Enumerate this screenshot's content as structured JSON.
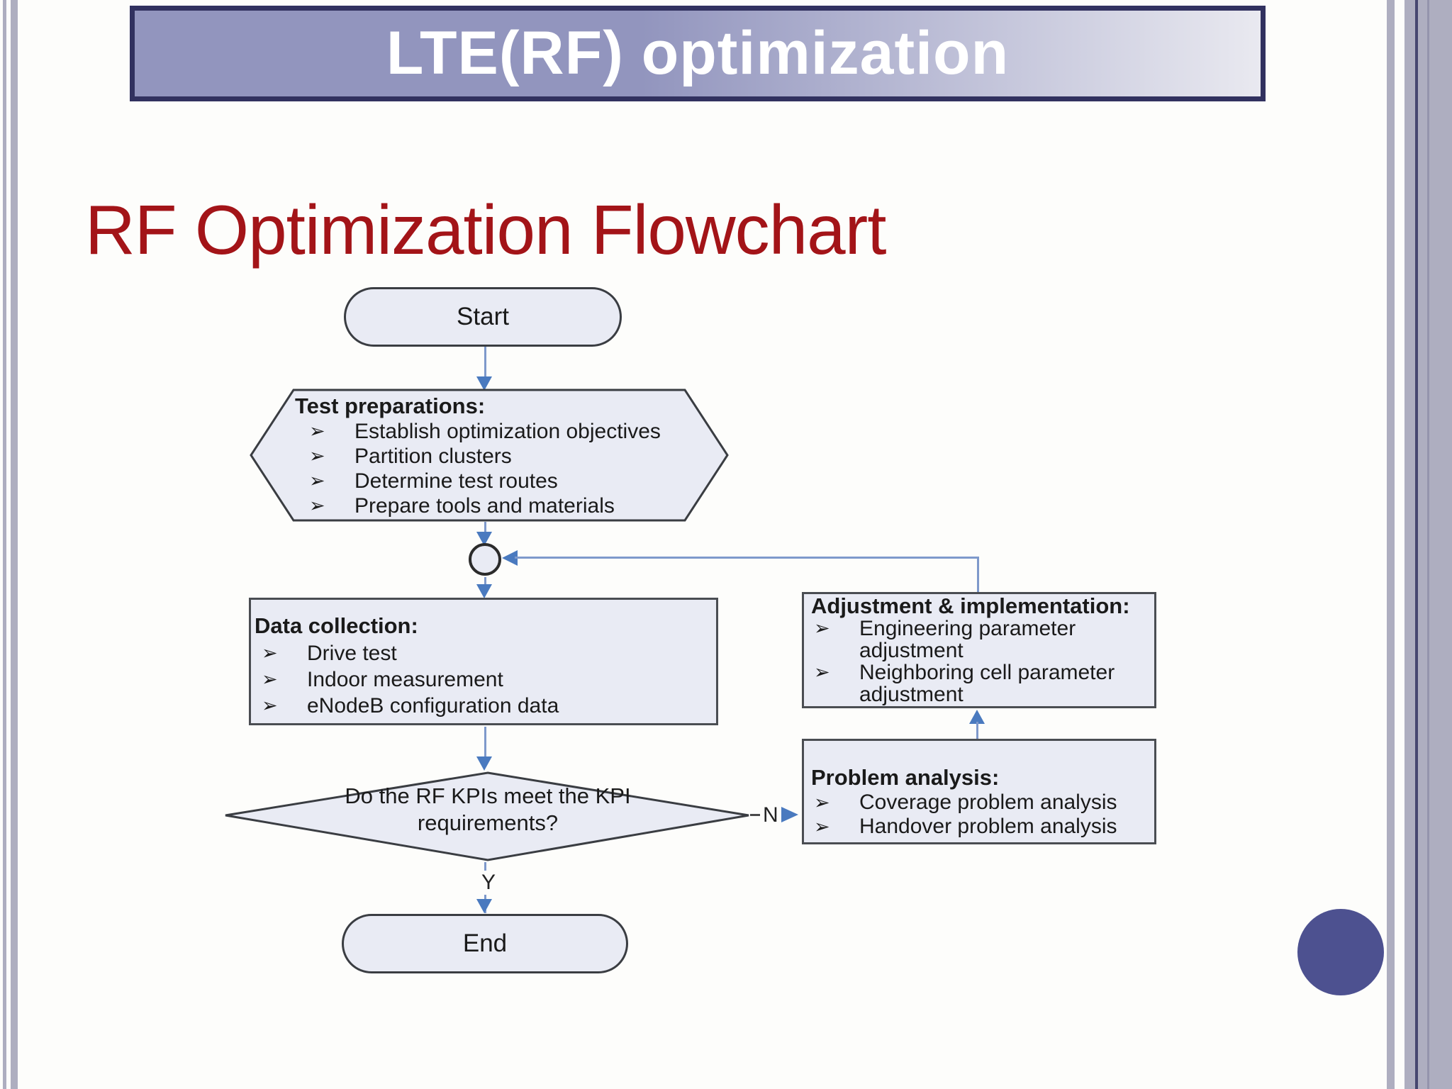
{
  "banner": {
    "title": "LTE(RF) optimization"
  },
  "heading": "RF Optimization Flowchart",
  "flowchart": {
    "bullet_char": "➢",
    "start_label": "Start",
    "end_label": "End",
    "test_preparations": {
      "title": "Test preparations:",
      "items": [
        "Establish optimization objectives",
        "Partition clusters",
        "Determine test routes",
        "Prepare tools and materials"
      ]
    },
    "data_collection": {
      "title": "Data collection:",
      "items": [
        "Drive test",
        "Indoor measurement",
        "eNodeB configuration data"
      ]
    },
    "decision": {
      "line1": "Do the RF KPIs meet the KPI",
      "line2": "requirements?"
    },
    "adjustment": {
      "title": "Adjustment & implementation:",
      "items": [
        "Engineering parameter adjustment",
        "Neighboring cell parameter adjustment"
      ]
    },
    "problem_analysis": {
      "title": "Problem analysis:",
      "items": [
        "Coverage problem analysis",
        "Handover problem analysis"
      ]
    },
    "labels": {
      "no": "N",
      "yes": "Y"
    }
  },
  "colors": {
    "page-bg": "#fdfdfb",
    "banner-fill-left": "#9295be",
    "banner-fill-right": "#e9e9f0",
    "banner-border": "#31315f",
    "banner-text": "#ffffff",
    "heading-text": "#a31418",
    "shape-fill": "#e9ebf4",
    "shape-border": "#3a3d42",
    "box-border": "#4a4d52",
    "line": "#7e99cb",
    "arrowhead": "#4a7abf",
    "text": "#1a1a1a",
    "stripe": "#aeaec0",
    "stripe-dark": "#46466f",
    "decor-circle": "#4d5190"
  }
}
